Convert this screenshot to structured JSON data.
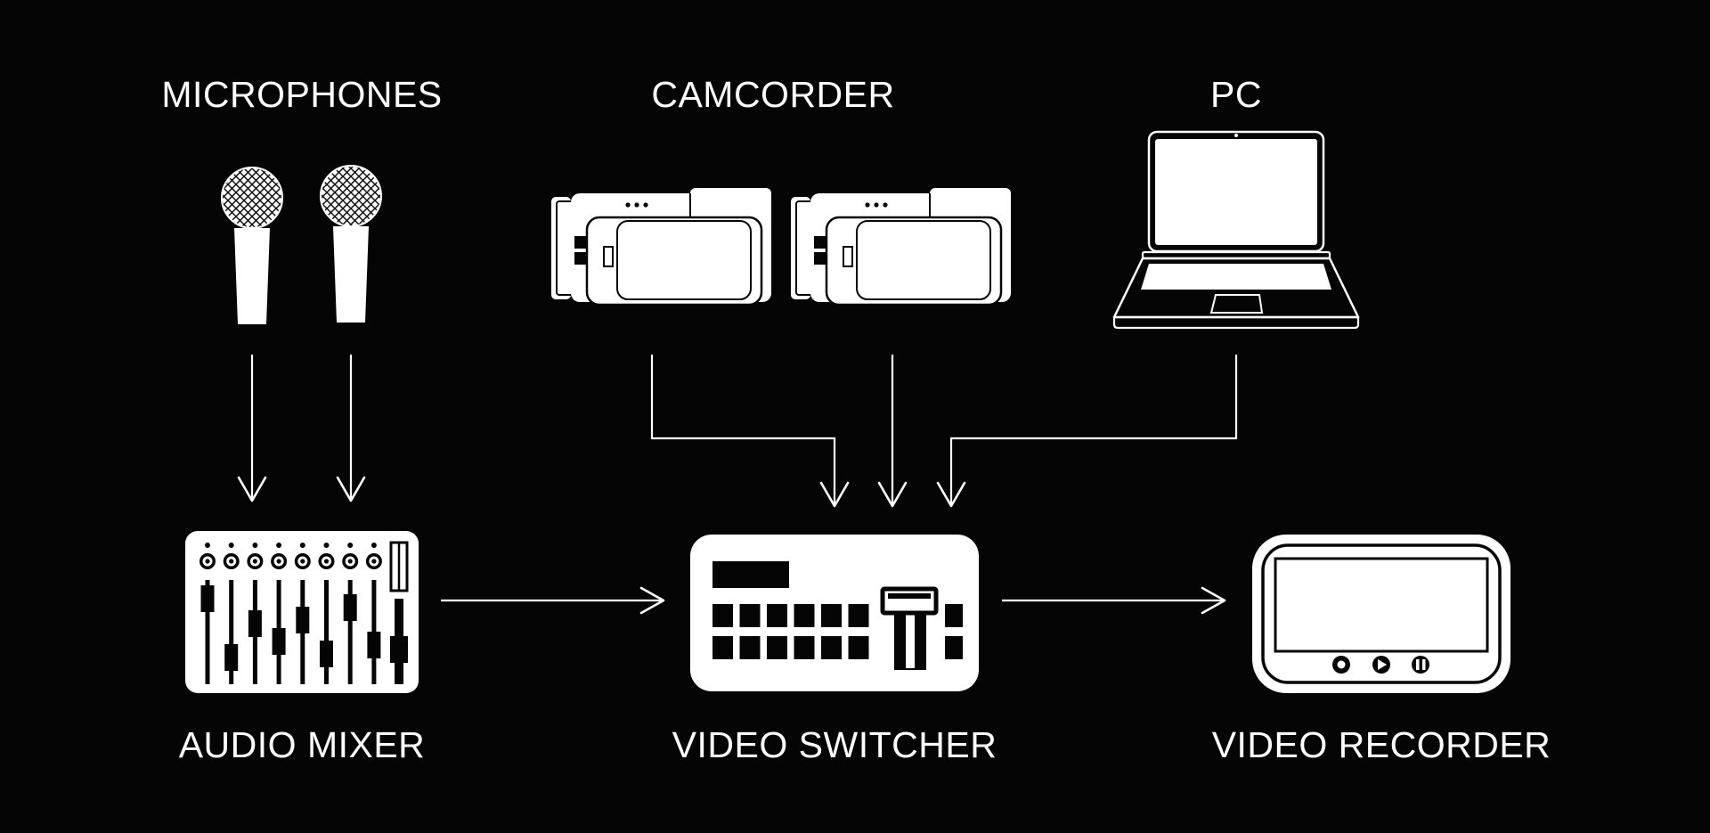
{
  "labels": {
    "microphones": "MICROPHONES",
    "camcorder": "CAMCORDER",
    "pc": "PC",
    "audio_mixer": "AUDIO MIXER",
    "video_switcher": "VIDEO SWITCHER",
    "video_recorder": "VIDEO RECORDER"
  },
  "colors": {
    "background": "#050505",
    "foreground": "#ffffff"
  },
  "icons": {
    "microphones": [
      "microphone-icon",
      "microphone-icon"
    ],
    "camcorders": [
      "camcorder-icon",
      "camcorder-icon"
    ],
    "pc": "laptop-icon",
    "audio_mixer": "audio-mixer-icon",
    "video_switcher": "video-switcher-icon",
    "video_recorder": "video-recorder-icon"
  },
  "connections": [
    {
      "from": "microphone-1",
      "to": "audio_mixer"
    },
    {
      "from": "microphone-2",
      "to": "audio_mixer"
    },
    {
      "from": "camcorder-1",
      "to": "video_switcher"
    },
    {
      "from": "camcorder-2",
      "to": "video_switcher"
    },
    {
      "from": "pc",
      "to": "video_switcher"
    },
    {
      "from": "audio_mixer",
      "to": "video_switcher"
    },
    {
      "from": "video_switcher",
      "to": "video_recorder"
    }
  ]
}
